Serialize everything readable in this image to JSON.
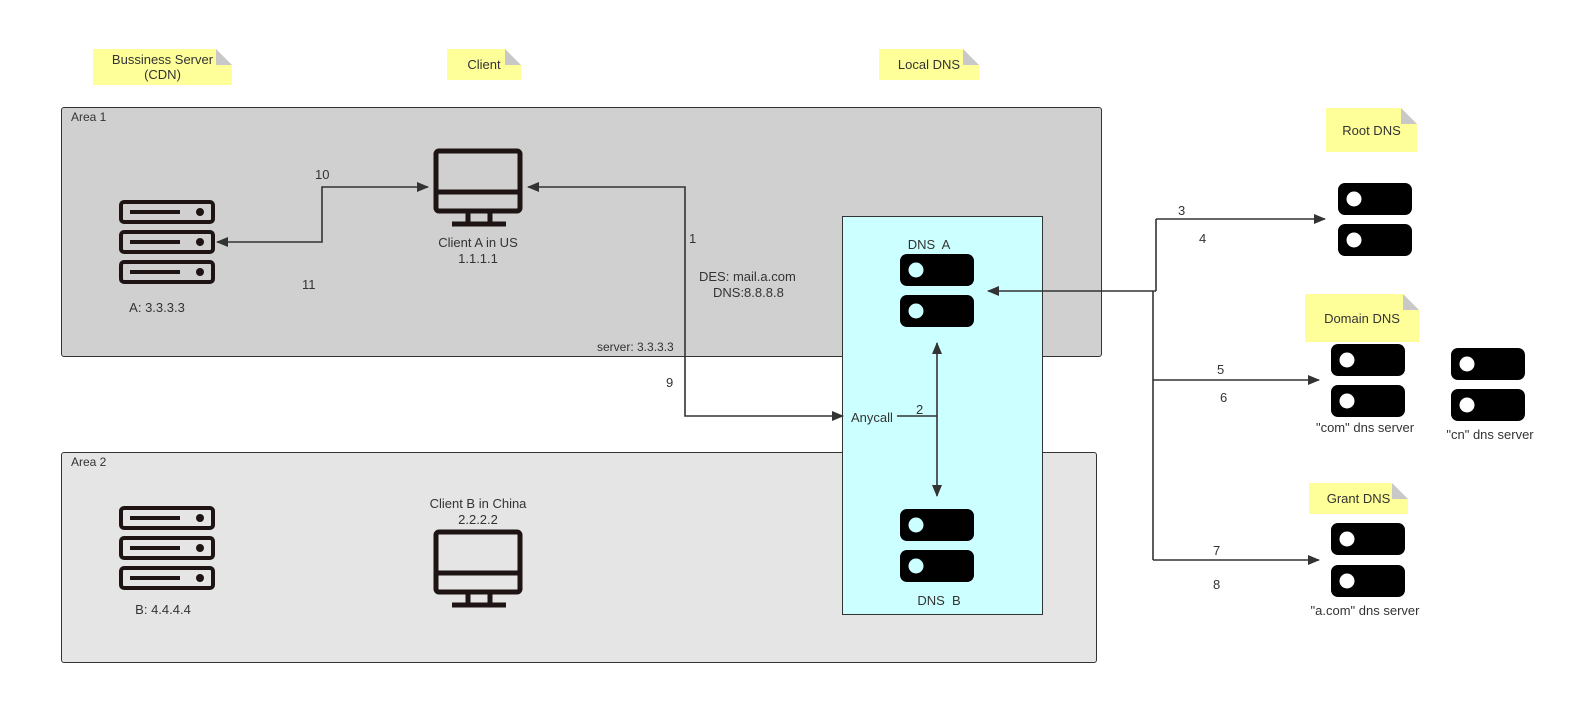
{
  "notes": {
    "business_server": "Bussiness Server\n(CDN)",
    "client": "Client",
    "local_dns": "Local DNS",
    "root_dns": "Root DNS",
    "domain_dns": "Domain DNS",
    "grant_dns": "Grant DNS"
  },
  "areas": {
    "area1": "Area 1",
    "area2": "Area 2"
  },
  "nodes": {
    "server_a": "A: 3.3.3.3",
    "server_b": "B: 4.4.4.4",
    "client_a_name": "Client A in US",
    "client_a_ip": "1.1.1.1",
    "client_b_name": "Client B in China",
    "client_b_ip": "2.2.2.2",
    "dns_a": "DNS  A",
    "dns_b": "DNS  B",
    "anycall": "Anycall",
    "com_server": "\"com\" dns server",
    "cn_server": "\"cn\" dns server",
    "acom_server": "\"a.com\" dns server"
  },
  "annotations": {
    "des": "DES: mail.a.com",
    "dns": "DNS:8.8.8.8",
    "server": "server: 3.3.3.3"
  },
  "steps": {
    "s1": "1",
    "s2": "2",
    "s3": "3",
    "s4": "4",
    "s5": "5",
    "s6": "6",
    "s7": "7",
    "s8": "8",
    "s9": "9",
    "s10": "10",
    "s11": "11"
  },
  "colors": {
    "area1_fill": "#d0d0d0",
    "area2_fill": "#e5e5e5",
    "local_dns_fill": "#ccffff",
    "note_fill": "#ffff99",
    "line": "#333333"
  }
}
